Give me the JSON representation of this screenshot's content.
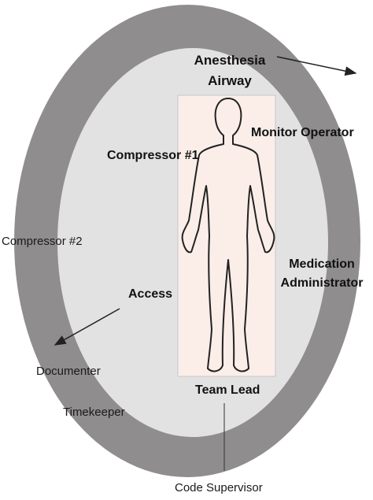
{
  "roles": {
    "anesthesia_airway": [
      "Anesthesia",
      "Airway"
    ],
    "monitor_operator": "Monitor Operator",
    "compressor_1": "Compressor #1",
    "medication_administrator": [
      "Medication",
      "Administrator"
    ],
    "access": "Access",
    "team_lead": "Team Lead",
    "compressor_2": "Compressor #2",
    "documenter": "Documenter",
    "timekeeper": "Timekeeper",
    "code_supervisor": "Code Supervisor"
  },
  "colors": {
    "outer_ring": "#8f8d8e",
    "inner_ring": "#e2e2e2",
    "bed": "#fbeee8",
    "bed_border": "#c9c4cf",
    "line": "#222222"
  }
}
